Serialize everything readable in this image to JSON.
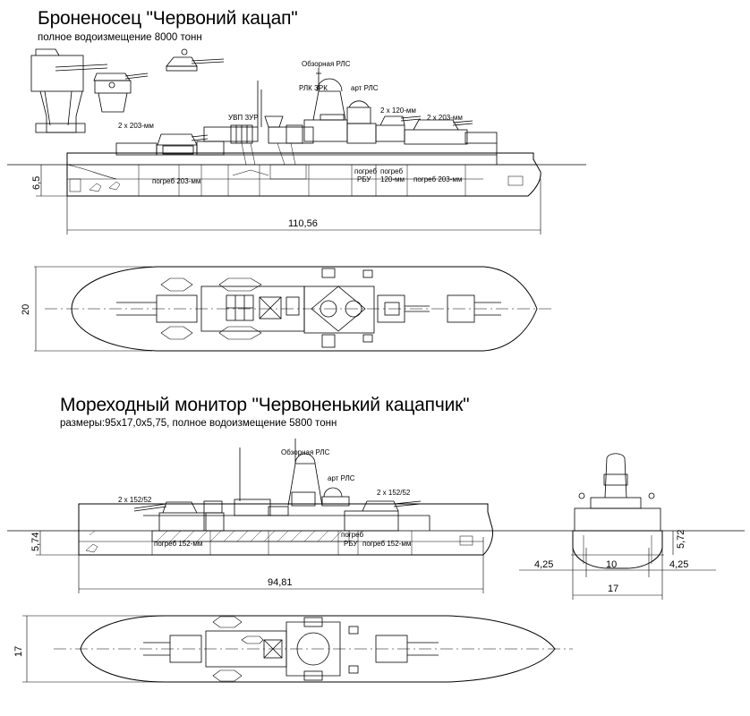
{
  "ship1": {
    "title": "Броненосец \"Червоний кацап\"",
    "subtitle": "полное водоизмещение 8000 тонн",
    "labels": {
      "search_radar": "Обзорная РЛС",
      "sam_radar": "РЛК ЗРК",
      "gun_radar": "арт РЛС",
      "sam_launcher": "УВП ЗУР",
      "guns_203_fwd": "2 х 203-мм",
      "guns_120": "2 х 120-мм",
      "guns_203_aft": "2 х 203-мм",
      "magazine_203_fwd": "погреб 203-мм",
      "magazine_rbu_1": "погреб",
      "magazine_rbu_2": "РБУ",
      "magazine_120_1": "погреб",
      "magazine_120_2": "120-мм",
      "magazine_203_aft": "погреб 203-мм"
    },
    "dimensions": {
      "draft": "6,5",
      "length": "110,56",
      "beam": "20"
    }
  },
  "ship2": {
    "title": "Мореходный монитор \"Червоненький кацапчик\"",
    "subtitle": "размеры:95х17,0х5,75, полное водоизмещение 5800 тонн",
    "labels": {
      "search_radar": "Обзорная РЛС",
      "gun_radar": "арт РЛС",
      "guns_fwd": "2 х 152/52",
      "guns_aft": "2 х 152/52",
      "magazine_fwd": "погреб 152-мм",
      "magazine_rbu_1": "погреб",
      "magazine_rbu_2": "РБУ",
      "magazine_aft": "погреб 152-мм"
    },
    "dimensions": {
      "draft": "5,74",
      "length": "94,81",
      "beam": "17",
      "section_draft": "5,72",
      "section_left": "4,25",
      "section_mid": "10",
      "section_right": "4,25",
      "section_beam": "17"
    }
  }
}
